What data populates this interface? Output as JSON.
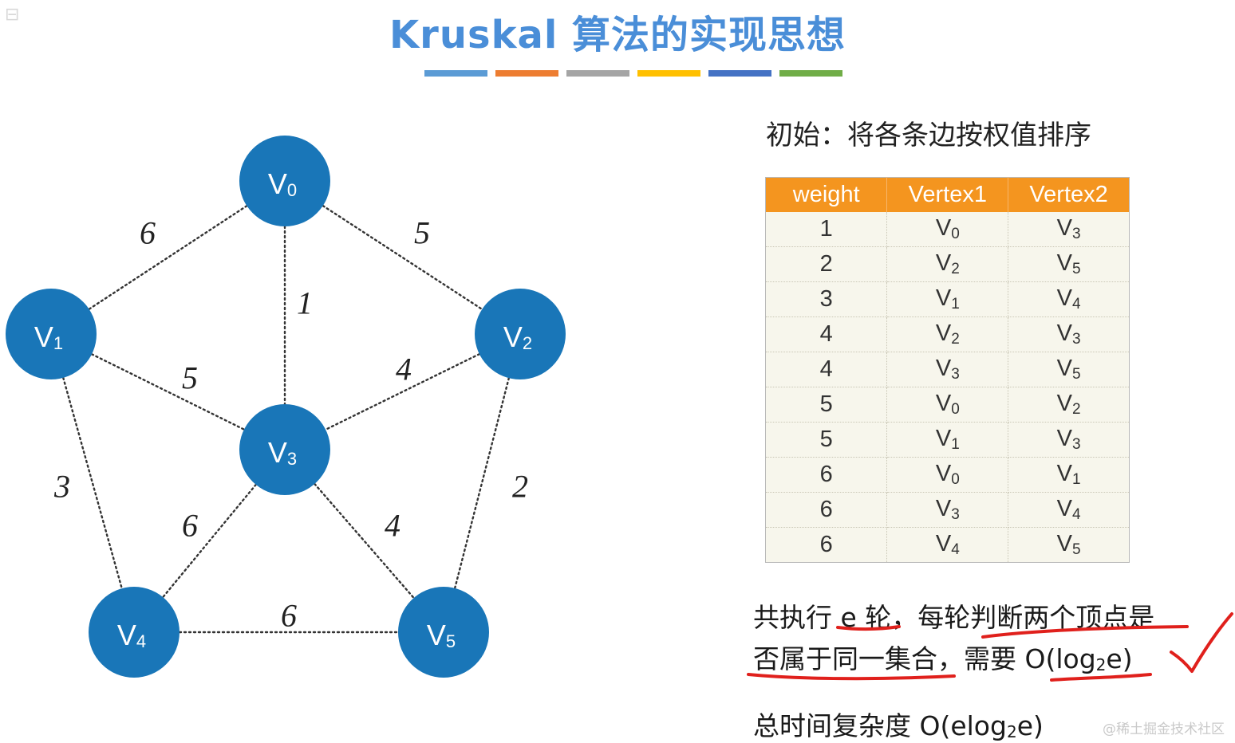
{
  "title": "Kruskal 算法的实现思想",
  "color_bars": [
    "#5b9bd5",
    "#ed7d31",
    "#a5a5a5",
    "#ffc000",
    "#4472c4",
    "#70ad47"
  ],
  "graph": {
    "node_color": "#1976b8",
    "nodes": [
      {
        "id": "V0",
        "letter": "V",
        "sub": "0"
      },
      {
        "id": "V1",
        "letter": "V",
        "sub": "1"
      },
      {
        "id": "V2",
        "letter": "V",
        "sub": "2"
      },
      {
        "id": "V3",
        "letter": "V",
        "sub": "3"
      },
      {
        "id": "V4",
        "letter": "V",
        "sub": "4"
      },
      {
        "id": "V5",
        "letter": "V",
        "sub": "5"
      }
    ],
    "edges": [
      {
        "from": "V0",
        "to": "V1",
        "weight": "6"
      },
      {
        "from": "V0",
        "to": "V2",
        "weight": "5"
      },
      {
        "from": "V0",
        "to": "V3",
        "weight": "1"
      },
      {
        "from": "V1",
        "to": "V3",
        "weight": "5"
      },
      {
        "from": "V2",
        "to": "V3",
        "weight": "4"
      },
      {
        "from": "V1",
        "to": "V4",
        "weight": "3"
      },
      {
        "from": "V2",
        "to": "V5",
        "weight": "2"
      },
      {
        "from": "V3",
        "to": "V4",
        "weight": "6"
      },
      {
        "from": "V3",
        "to": "V5",
        "weight": "4"
      },
      {
        "from": "V4",
        "to": "V5",
        "weight": "6"
      }
    ]
  },
  "initial_text": "初始：将各条边按权值排序",
  "table": {
    "header_color": "#f4951f",
    "headers": [
      "weight",
      "Vertex1",
      "Vertex2"
    ],
    "rows": [
      {
        "weight": "1",
        "v1": [
          "V",
          "0"
        ],
        "v2": [
          "V",
          "3"
        ]
      },
      {
        "weight": "2",
        "v1": [
          "V",
          "2"
        ],
        "v2": [
          "V",
          "5"
        ]
      },
      {
        "weight": "3",
        "v1": [
          "V",
          "1"
        ],
        "v2": [
          "V",
          "4"
        ]
      },
      {
        "weight": "4",
        "v1": [
          "V",
          "2"
        ],
        "v2": [
          "V",
          "3"
        ]
      },
      {
        "weight": "4",
        "v1": [
          "V",
          "3"
        ],
        "v2": [
          "V",
          "5"
        ]
      },
      {
        "weight": "5",
        "v1": [
          "V",
          "0"
        ],
        "v2": [
          "V",
          "2"
        ]
      },
      {
        "weight": "5",
        "v1": [
          "V",
          "1"
        ],
        "v2": [
          "V",
          "3"
        ]
      },
      {
        "weight": "6",
        "v1": [
          "V",
          "0"
        ],
        "v2": [
          "V",
          "1"
        ]
      },
      {
        "weight": "6",
        "v1": [
          "V",
          "3"
        ],
        "v2": [
          "V",
          "4"
        ]
      },
      {
        "weight": "6",
        "v1": [
          "V",
          "4"
        ],
        "v2": [
          "V",
          "5"
        ]
      }
    ]
  },
  "notes": {
    "line1": "共执行 e 轮，每轮判断两个顶点是",
    "line2_a": "否属于同一集合，需要 O(log",
    "line2_sub": "2",
    "line2_b": "e)",
    "line3_a": "总时间复杂度 O(elog",
    "line3_sub": "2",
    "line3_b": "e)"
  },
  "annotation_color": "#e0201c",
  "watermark": "@稀土掘金技术社区"
}
